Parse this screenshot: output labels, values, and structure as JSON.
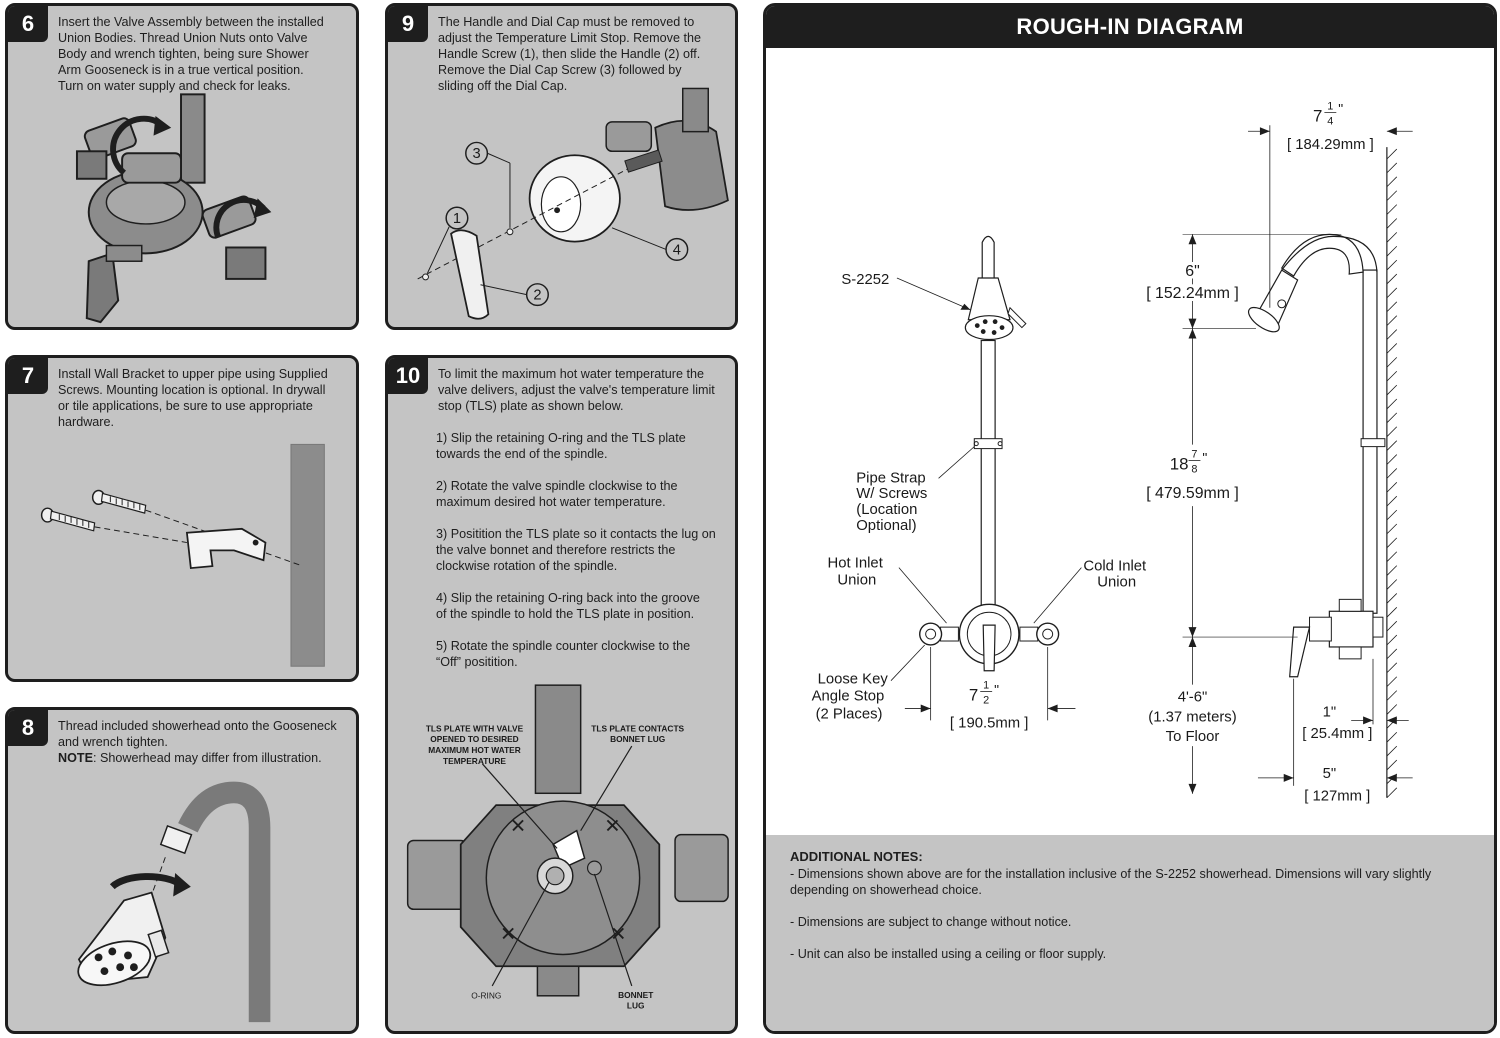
{
  "steps": {
    "s6": {
      "num": "6",
      "text": "Insert the Valve Assembly between the installed\nUnion Bodies. Thread Union Nuts onto Valve\nBody and wrench tighten, being sure Shower\nArm Gooseneck is in a true vertical position.\nTurn on water supply and check for leaks."
    },
    "s7": {
      "num": "7",
      "text": "Install Wall Bracket to upper pipe using Supplied\nScrews. Mounting location is optional. In drywall\nor tile applications, be sure to use appropriate\nhardware."
    },
    "s8": {
      "num": "8",
      "text": "Thread included showerhead onto the Gooseneck\nand wrench tighten.",
      "note_label": "NOTE",
      "note_text": ": Showerhead may differ from illustration."
    },
    "s9": {
      "num": "9",
      "text": "The Handle and Dial Cap must be removed to\nadjust the Temperature Limit Stop. Remove the\nHandle Screw (1), then slide the Handle (2) off.\nRemove the Dial Cap Screw (3) followed by\nsliding off the Dial Cap.",
      "callouts": [
        "1",
        "2",
        "3",
        "4"
      ]
    },
    "s10": {
      "num": "10",
      "text": "To limit the maximum hot water temperature the\nvalve delivers, adjust the valve's temperature limit\nstop (TLS) plate as shown below.",
      "items": [
        "1) Slip the retaining O-ring and the TLS plate\ntowards the end of the spindle.",
        "2) Rotate the valve spindle clockwise to the\nmaximum desired hot water temperature.",
        "3) Positition the TLS plate so it contacts the lug on\nthe valve bonnet and therefore restricts the\nclockwise rotation of the spindle.",
        "4) Slip the retaining O-ring back into the groove\nof the spindle to hold the TLS plate in position.",
        "5) Rotate the spindle counter clockwise to the\n“Off” positition."
      ],
      "label_tls_open": [
        "TLS PLATE WITH VALVE",
        "OPENED TO DESIRED",
        "MAXIMUM HOT WATER",
        "TEMPERATURE"
      ],
      "label_tls_contacts": [
        "TLS PLATE CONTACTS",
        "BONNET LUG"
      ],
      "label_oring": "O-RING",
      "label_bonnet": [
        "BONNET",
        "LUG"
      ]
    }
  },
  "roughin": {
    "title": "ROUGH-IN DIAGRAM",
    "front": {
      "model": "S-2252",
      "pipe_strap": [
        "Pipe Strap",
        "W/ Screws",
        "(Location",
        "Optional)"
      ],
      "hot_inlet": [
        "Hot Inlet",
        "Union"
      ],
      "cold_inlet": [
        "Cold Inlet",
        "Union"
      ],
      "loose_key": [
        "Loose Key",
        "Angle Stop",
        "(2 Places)"
      ],
      "width_whole": "7",
      "width_num": "1",
      "width_den": "2",
      "width_in": "\"",
      "width_mm": "[ 190.5mm ]"
    },
    "side": {
      "top_whole": "7",
      "top_num": "1",
      "top_den": "4",
      "top_in": "\"",
      "top_mm": "[ 184.29mm ]",
      "drop": "6\"",
      "drop_mm": "[ 152.24mm ]",
      "rise_whole": "18",
      "rise_num": "7",
      "rise_den": "8",
      "rise_in": "\"",
      "rise_mm": "[ 479.59mm ]",
      "floor": [
        "4'-6\"",
        "(1.37 meters)",
        "To Floor"
      ],
      "depth": "1\"",
      "depth_mm": "[ 25.4mm ]",
      "projection": "5\"",
      "projection_mm": "[ 127mm ]"
    },
    "notes": {
      "heading": "ADDITIONAL NOTES:",
      "items": [
        "- Dimensions shown above are for the installation inclusive of the S-2252 showerhead. Dimensions will vary slightly depending on showerhead choice.",
        "- Dimensions are subject to change without notice.",
        "- Unit can also be installed using a ceiling or floor supply."
      ]
    }
  }
}
